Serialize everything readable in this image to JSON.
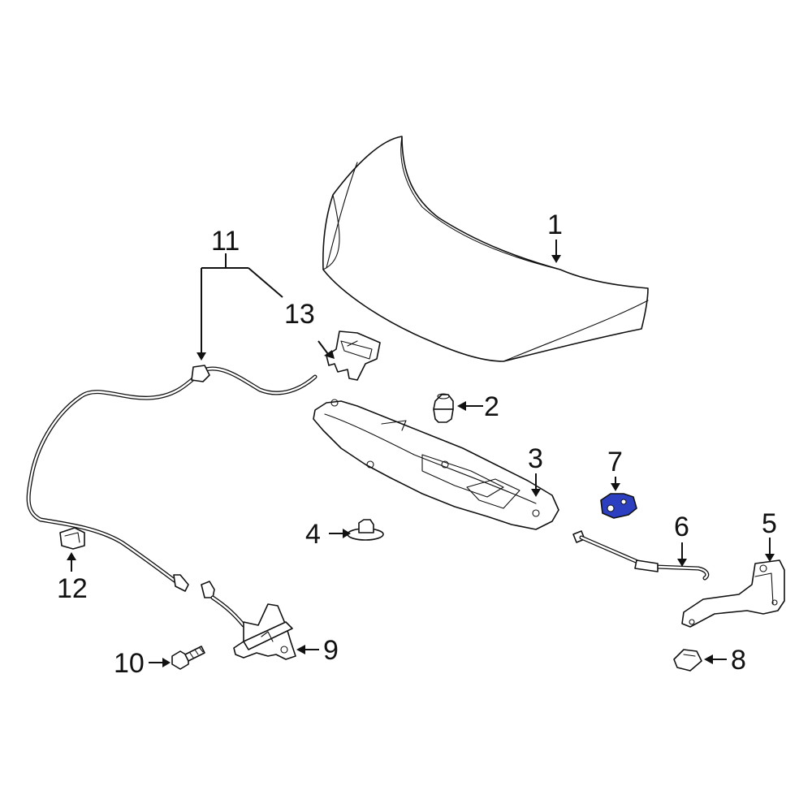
{
  "colors": {
    "line": "#111111",
    "background": "#ffffff",
    "highlight": "#2b3fc0"
  },
  "callouts": {
    "c1": "1",
    "c2": "2",
    "c3": "3",
    "c4": "4",
    "c5": "5",
    "c6": "6",
    "c7": "7",
    "c8": "8",
    "c9": "9",
    "c10": "10",
    "c11": "11",
    "c12": "12",
    "c13": "13"
  },
  "highlighted_part": "7"
}
